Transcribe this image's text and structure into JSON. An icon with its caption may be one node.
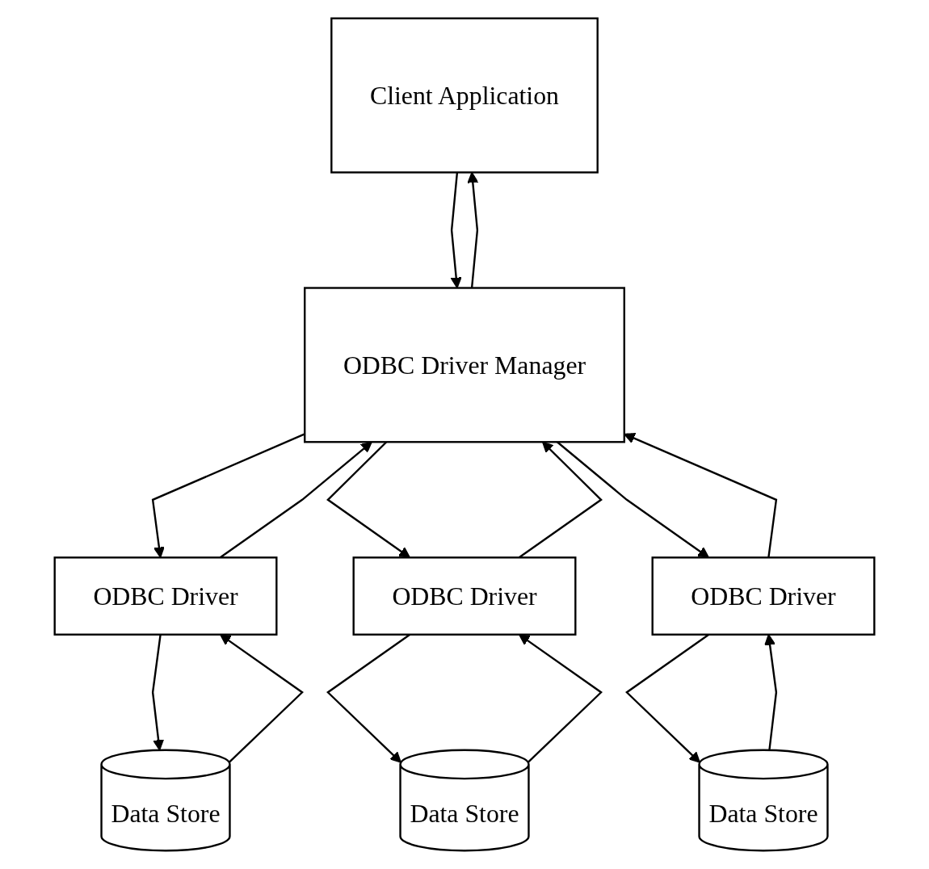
{
  "diagram": {
    "nodes": [
      {
        "text": [
          "Client Application"
        ]
      },
      {
        "text": [
          "ODBC Driver Manager"
        ]
      },
      {
        "text": [
          "ODBC Driver"
        ]
      },
      {
        "text": [
          "ODBC Driver"
        ]
      },
      {
        "text": [
          "ODBC Driver"
        ]
      },
      {
        "text": [
          "Data Store"
        ]
      },
      {
        "text": [
          "Data Store"
        ]
      },
      {
        "text": [
          "Data Store"
        ]
      }
    ],
    "edges": [
      {
        "from": 0,
        "to": 1,
        "arrow": "to"
      },
      {
        "from": 1,
        "to": 0,
        "arrow": "to"
      },
      {
        "from": 1,
        "to": 2,
        "arrow": "to"
      },
      {
        "from": 2,
        "to": 1,
        "arrow": "to"
      },
      {
        "from": 1,
        "to": 3,
        "arrow": "to"
      },
      {
        "from": 3,
        "to": 1,
        "arrow": "to"
      },
      {
        "from": 1,
        "to": 4,
        "arrow": "to"
      },
      {
        "from": 4,
        "to": 1,
        "arrow": "to"
      },
      {
        "from": 2,
        "to": 5,
        "arrow": "to"
      },
      {
        "from": 5,
        "to": 2,
        "arrow": "to"
      },
      {
        "from": 3,
        "to": 6,
        "arrow": "to"
      },
      {
        "from": 6,
        "to": 3,
        "arrow": "to"
      },
      {
        "from": 4,
        "to": 7,
        "arrow": "to"
      },
      {
        "from": 7,
        "to": 4,
        "arrow": "to"
      }
    ]
  }
}
